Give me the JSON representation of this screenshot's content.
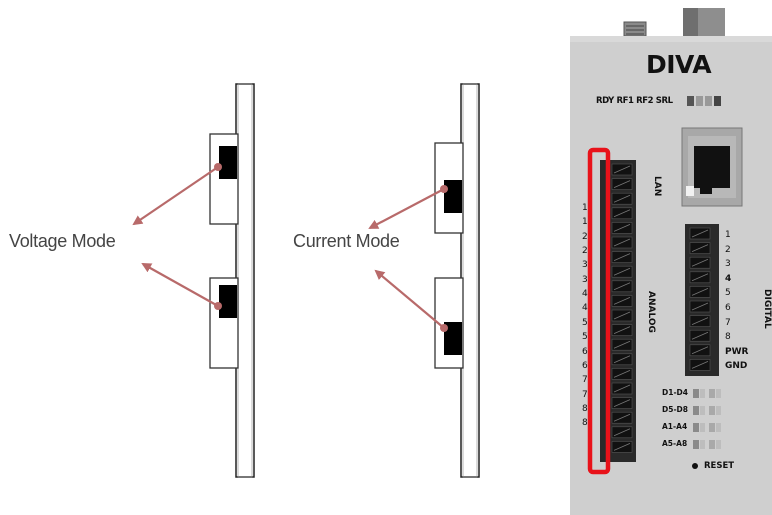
{
  "voltage_mode": {
    "label": "Voltage Mode"
  },
  "current_mode": {
    "label": "Current Mode"
  },
  "device": {
    "title": "DIVA",
    "led_labels": "RDY RF1 RF2 SRL",
    "lan_label": "LAN",
    "analog_label": "ANALOG",
    "digital_label": "DIGITAL",
    "analog_pins": [
      "1",
      "1",
      "2",
      "2",
      "3",
      "3",
      "4",
      "4",
      "5",
      "5",
      "6",
      "6",
      "7",
      "7",
      "8",
      "8"
    ],
    "digital_pins": [
      "1",
      "2",
      "3",
      "4",
      "5",
      "6",
      "7",
      "8",
      "PWR",
      "GND"
    ],
    "led_groups": [
      "D1-D4",
      "D5-D8",
      "A1-A4",
      "A5-A8"
    ],
    "reset_label": "RESET"
  },
  "colors": {
    "arrow": "#b86a6a",
    "highlight": "#e8121a",
    "device_body": "#cfcfcf"
  }
}
